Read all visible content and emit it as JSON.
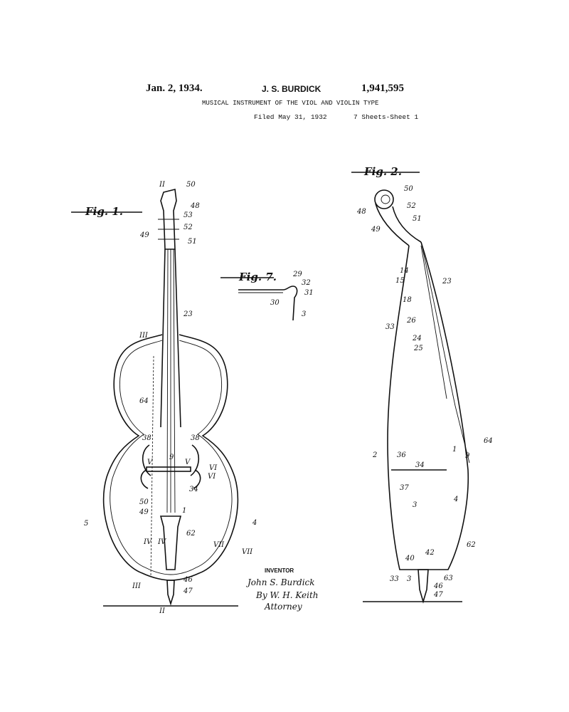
{
  "header": {
    "date": "Jan. 2, 1934.",
    "inventor": "J. S. BURDICK",
    "patent_number": "1,941,595",
    "title": "MUSICAL INSTRUMENT OF THE VIOL AND VIOLIN TYPE",
    "filed": "Filed May 31, 1932",
    "sheets": "7 Sheets-Sheet 1"
  },
  "figures": {
    "fig1": "Fig. 1.",
    "fig2": "Fig. 2.",
    "fig7": "Fig. 7."
  },
  "fig1_labels": [
    "50",
    "48",
    "53",
    "52",
    "49",
    "51",
    "23",
    "64",
    "38",
    "38",
    "9",
    "V",
    "V",
    "VI",
    "VI",
    "34",
    "50",
    "49",
    "1",
    "5",
    "4",
    "62",
    "IV",
    "IV",
    "VII",
    "VII",
    "46",
    "47",
    "III",
    "III",
    "II",
    "II"
  ],
  "fig2_labels": [
    "50",
    "48",
    "52",
    "51",
    "49",
    "14",
    "15",
    "23",
    "18",
    "26",
    "33",
    "24",
    "25",
    "64",
    "1",
    "9",
    "2",
    "36",
    "34",
    "37",
    "3",
    "4",
    "62",
    "40",
    "42",
    "33",
    "3",
    "63",
    "46",
    "47"
  ],
  "fig7_labels": [
    "29",
    "32",
    "31",
    "30",
    "3"
  ],
  "signature": {
    "label": "INVENTOR",
    "name": "John S. Burdick",
    "by": "By W. H. Keith",
    "role": "Attorney"
  }
}
